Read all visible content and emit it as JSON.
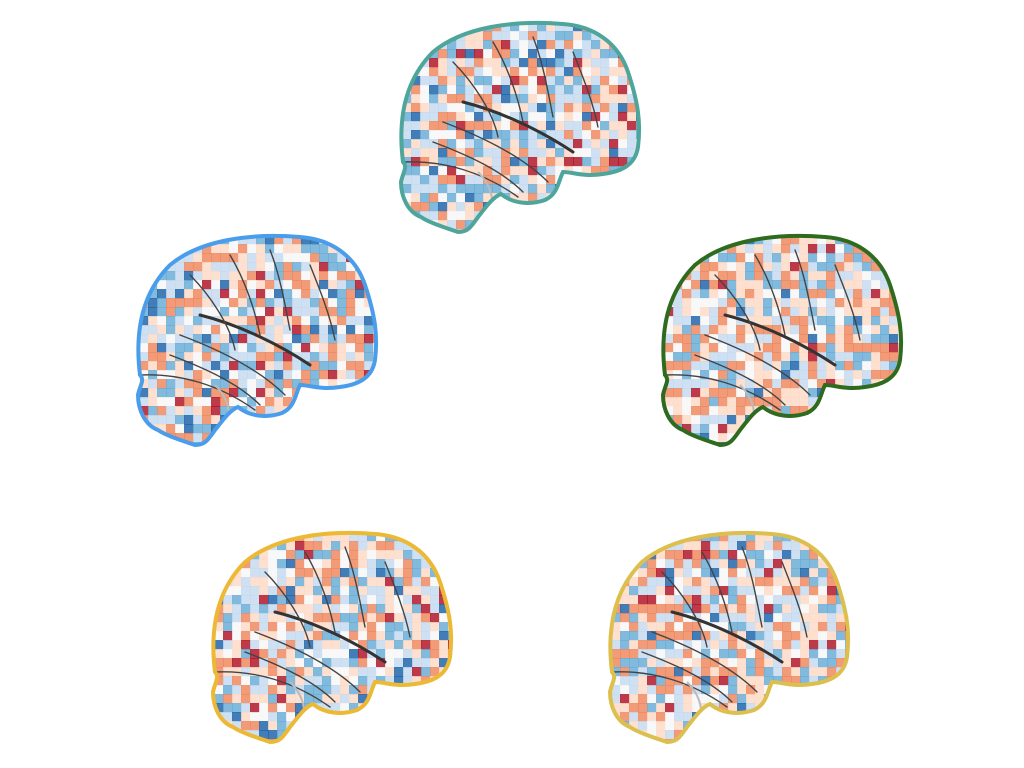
{
  "figure": {
    "panels": [
      {
        "id": "top",
        "outline_color": "#4DA59B"
      },
      {
        "id": "middle-left",
        "outline_color": "#4A9DEB"
      },
      {
        "id": "middle-right",
        "outline_color": "#2E6B1E"
      },
      {
        "id": "bottom-left",
        "outline_color": "#EDB834"
      },
      {
        "id": "bottom-right",
        "outline_color": "#DDBF4E"
      }
    ],
    "colormap": [
      "#2166AC",
      "#6BAED6",
      "#C6DBEF",
      "#F7F7F7",
      "#FDDBC7",
      "#EF8A62",
      "#B2182B"
    ]
  }
}
